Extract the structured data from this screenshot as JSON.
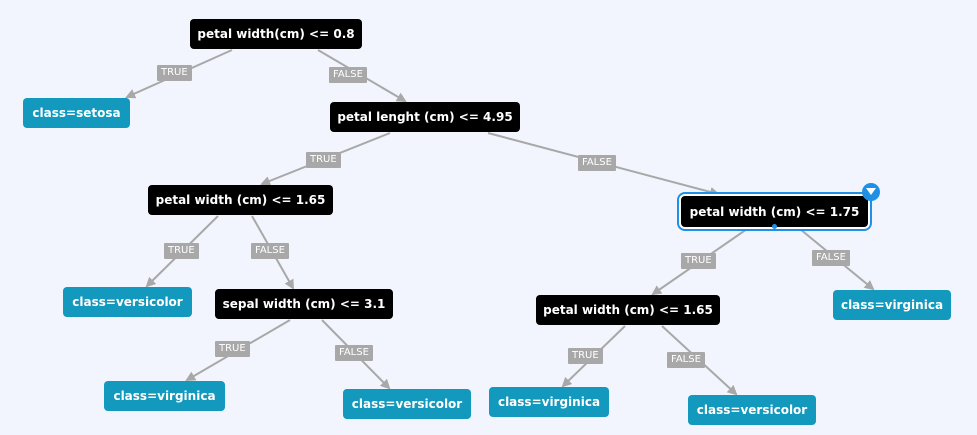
{
  "diagram": {
    "nodes": {
      "root": "petal width(cm) <= 0.8",
      "n_setosa": "class=setosa",
      "n_length": "petal lenght (cm) <= 4.95",
      "n_width_left": "petal width (cm) <= 1.65",
      "n_versicolor_a": "class=versicolor",
      "n_sepal": "sepal width (cm) <= 3.1",
      "n_virginica_a": "class=virginica",
      "n_versicolor_b": "class=versicolor",
      "n_width_right": "petal width (cm) <= 1.75",
      "n_width_mid": "petal width (cm) <= 1.65",
      "n_virginica_b": "class=virginica",
      "n_virginica_c": "class=virginica",
      "n_versicolor_c": "class=versicolor"
    },
    "branch_true": "TRUE",
    "branch_false": "FALSE",
    "selected_node": "n_width_right",
    "colors": {
      "background": "#f2f5fd",
      "decision_node": "#000000",
      "leaf_node": "#1299bd",
      "edge": "#a8a8a8",
      "selection": "#1e90e6"
    },
    "icons": {
      "collapse_toggle": "triangle-down-icon"
    }
  }
}
